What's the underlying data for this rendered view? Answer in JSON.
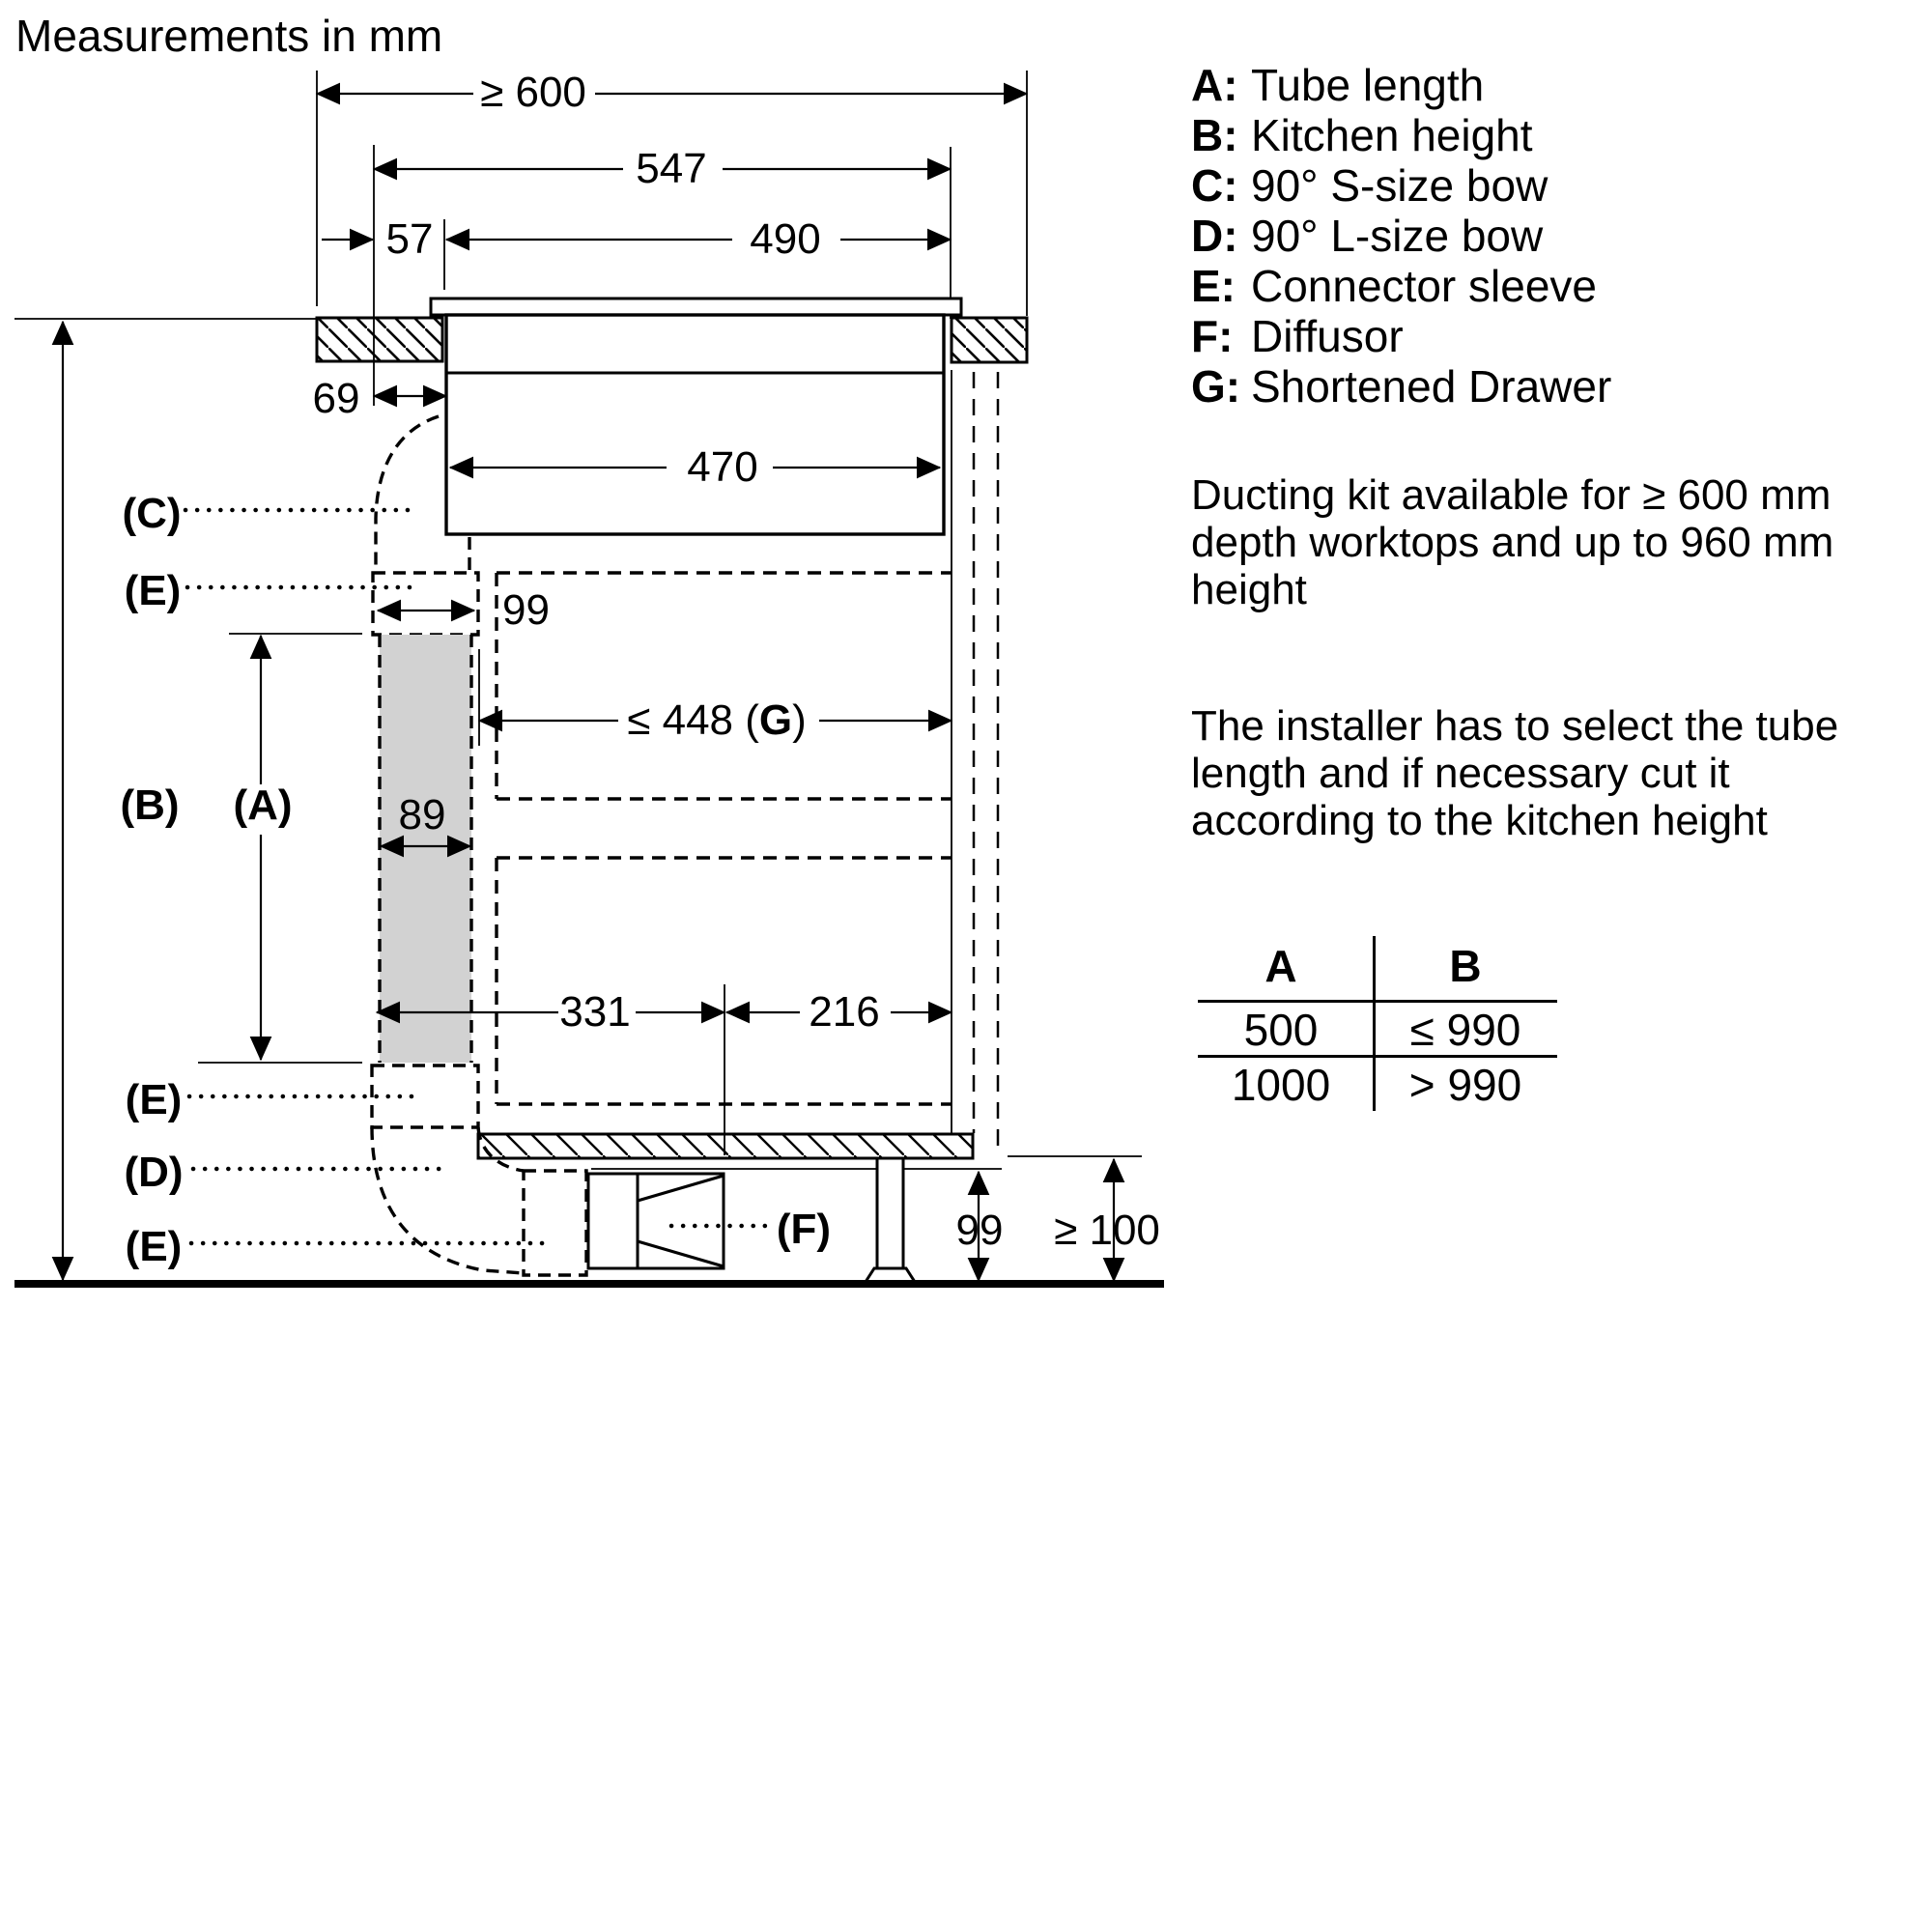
{
  "title": "Measurements in mm",
  "legend": {
    "items": [
      {
        "key": "A:",
        "label": "Tube length"
      },
      {
        "key": "B:",
        "label": "Kitchen height"
      },
      {
        "key": "C:",
        "label": "90° S-size bow"
      },
      {
        "key": "D:",
        "label": "90° L-size bow"
      },
      {
        "key": "E:",
        "label": "Connector sleeve"
      },
      {
        "key": "F:",
        "label": "Diffusor"
      },
      {
        "key": "G:",
        "label": "Shortened Drawer"
      }
    ]
  },
  "notes": {
    "ducting": "Ducting kit available for ≥ 600 mm depth worktops and up to 960 mm height",
    "installer": "The installer has to select the tube length and if necessary cut it according to the kitchen height"
  },
  "table": {
    "columns": [
      "A",
      "B"
    ],
    "rows": [
      [
        "500",
        "≤ 990"
      ],
      [
        "1000",
        "> 990"
      ]
    ]
  },
  "diagram": {
    "dims": {
      "worktop_depth": "≥ 600",
      "hob_total_width": "547",
      "front_offset": "57",
      "hob_width": "490",
      "bow_offset": "69",
      "body_width": "470",
      "sleeve_width": "99",
      "drawer_cut": "≤ 448 (",
      "drawer_cut_letter": "G",
      "drawer_cut_close": ")",
      "tube_width": "89",
      "back_depth": "331",
      "front_depth": "216",
      "plinth_height": "99",
      "floor_clearance": "≥ 100"
    },
    "labels": {
      "A": "(A)",
      "B": "(B)",
      "C": "(C)",
      "D": "(D)",
      "E": "(E)",
      "F": "(F)"
    }
  }
}
